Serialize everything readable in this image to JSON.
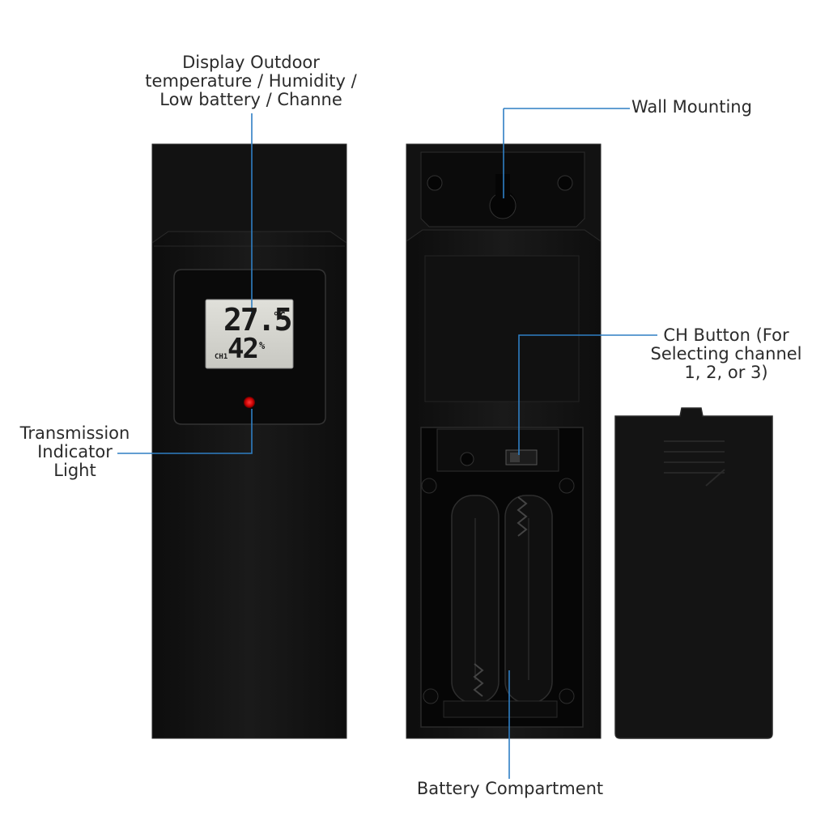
{
  "callouts": {
    "display": [
      "Display Outdoor",
      "temperature / Humidity /",
      "Low battery / Channe"
    ],
    "wall": "Wall Mounting",
    "ch_button": [
      "CH Button (For",
      "Selecting channel",
      "1, 2, or 3)"
    ],
    "transmission": [
      "Transmission",
      "Indicator",
      "Light"
    ],
    "battery": "Battery Compartment"
  },
  "lcd": {
    "temperature": "27.5",
    "temp_unit": "°C",
    "humidity": "42",
    "humidity_unit": "%",
    "channel": "CH1"
  },
  "colors": {
    "leader_line": "#2f7fc4",
    "device_body": "#141414",
    "lcd_background": "#d6d6d0",
    "indicator_led": "#e01010"
  }
}
